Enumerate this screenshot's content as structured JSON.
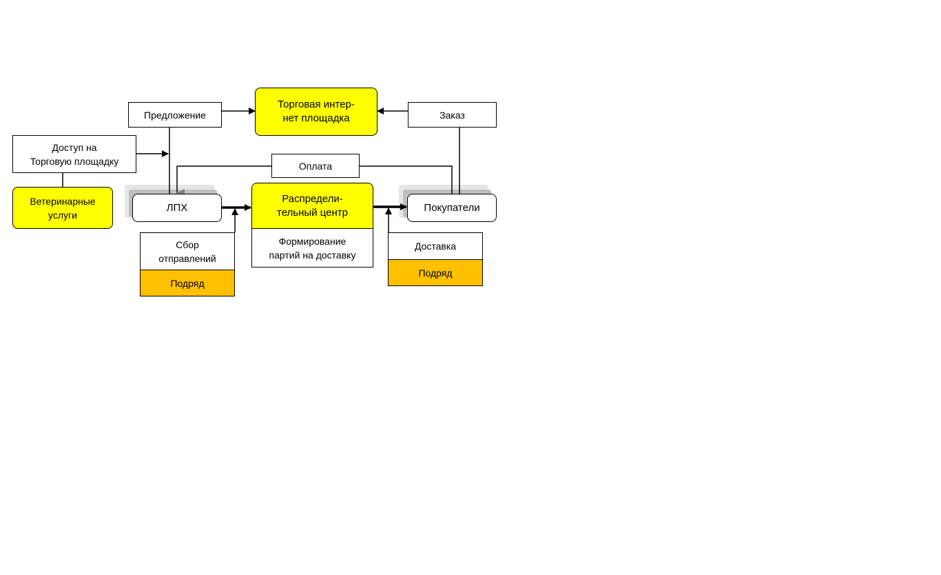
{
  "nodes": {
    "proposal": "Предложение",
    "platform": "Торговая интер-\nнет площадка",
    "order": "Заказ",
    "access": "Доступ на\nТорговую площадку",
    "payment": "Оплата",
    "vet": "Ветеринарные\nуслуги",
    "lph": "ЛПХ",
    "distribution": "Распредели-\nтельный центр",
    "buyers": "Покупатели",
    "collection": "Сбор\nотправлений",
    "contract_left": "Подряд",
    "batching": "Формирование\nпартий на доставку",
    "delivery": "Доставка",
    "contract_right": "Подряд"
  },
  "colors": {
    "highlight": "#ffff00",
    "contract": "#ffc000",
    "shadow": "#bfbfbf",
    "payment_arrow": "#808080"
  }
}
